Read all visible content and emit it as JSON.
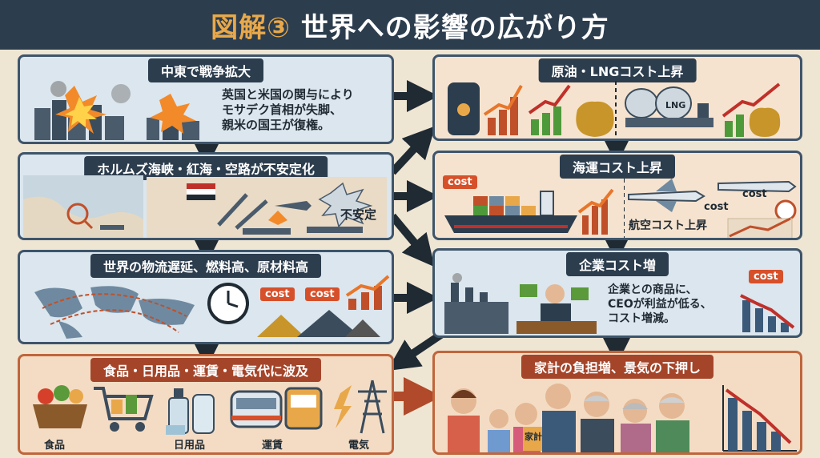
{
  "header": {
    "title_num": "図解③",
    "title_rest": " 世界への影響の広がり方"
  },
  "panels": {
    "mideast": {
      "label": "中東で戦争拡大",
      "lines": [
        "英国と米国の関与により",
        "モサデク首相が失脚、",
        "親米の国王が復権。"
      ]
    },
    "hormuz": {
      "label": "ホルムズ海峡・紅海・空路が不安定化",
      "unstable": "不安定"
    },
    "logistics": {
      "label": "世界の物流遅延、燃料高、原材料高",
      "cost1": "cost",
      "cost2": "cost"
    },
    "daily": {
      "label": "食品・日用品・運賃・電気代に波及",
      "items": [
        "食品",
        "日用品",
        "運賃",
        "電気"
      ]
    },
    "oil": {
      "label": "原油・LNGコスト上昇",
      "lng": "LNG"
    },
    "shipping": {
      "label": "海運コスト上昇",
      "cost_tag": "cost",
      "cost_a": "cost",
      "cost_b": "cost",
      "air_caption": "航空コスト上昇"
    },
    "corporate": {
      "label": "企業コスト増",
      "lines": [
        "企業との商品に、",
        "CEOが利益が低る、",
        "コスト増減。"
      ],
      "cost_tag": "cost"
    },
    "household": {
      "label": "家計の負担増、景気の下押し",
      "book": "家計"
    }
  },
  "colors": {
    "navy": "#2c3d4e",
    "orange": "#e8a84a",
    "red": "#a4452a",
    "panel_blue": "#dbe6ee",
    "panel_warm": "#f6e3cf"
  }
}
